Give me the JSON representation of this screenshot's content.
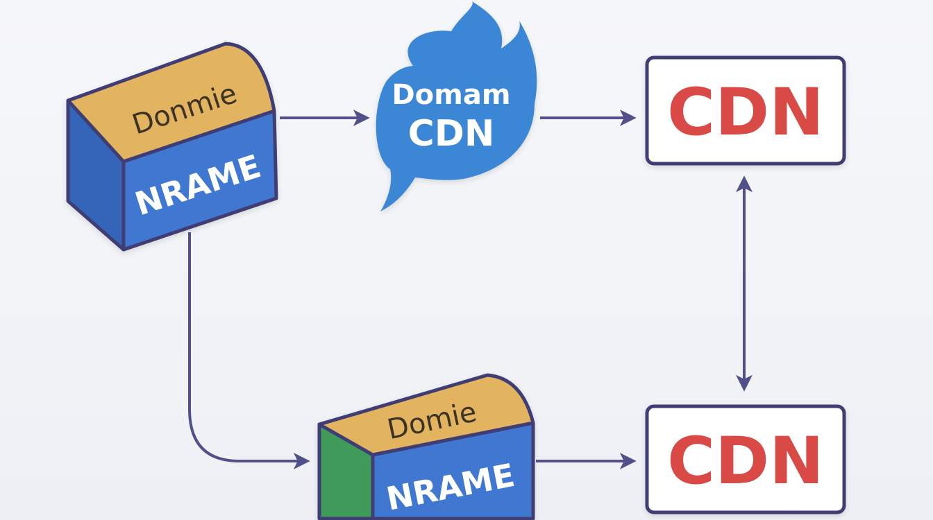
{
  "colors": {
    "stroke": "#3f3d74",
    "arrow": "#52508a",
    "box_blue": "#3f78d1",
    "box_top_gold": "#e3b45e",
    "box_side_green": "#3f9a5a",
    "cloud_blue": "#3a87d6",
    "cdn_text_red": "#d94a45",
    "cdn_box_fill": "#ffffff"
  },
  "nodes": {
    "dns_box_top": {
      "top_label": "Donmie",
      "front_label": "NRAME"
    },
    "cloud": {
      "line1": "Domam",
      "line2": "CDN"
    },
    "cdn_top": {
      "label": "CDN"
    },
    "dns_box_bottom": {
      "top_label": "Domie",
      "front_label": "NRAME"
    },
    "cdn_bottom": {
      "label": "CDN"
    }
  },
  "icons": {
    "cloud": "flame-cloud-icon"
  }
}
